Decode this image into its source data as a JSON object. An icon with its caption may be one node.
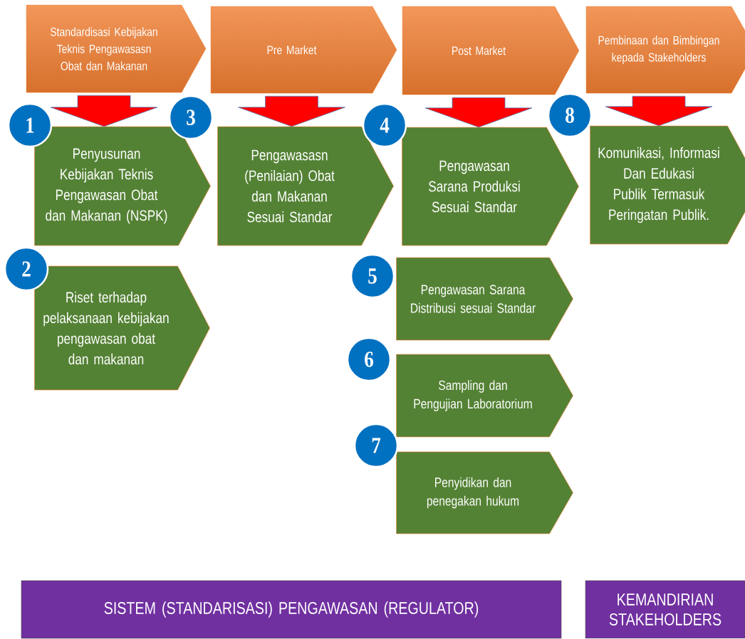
{
  "diagram": {
    "nodes": [
      {
        "text": [
          "Standardisasi Kebijakan Teknis Pengawasasn Obat dan Makanan"
        ]
      },
      {
        "text": [
          "Pre Market"
        ]
      },
      {
        "text": [
          "Post Market"
        ]
      },
      {
        "text": [
          "Pembinaan dan Bimbingan kepada Stakeholders"
        ]
      },
      {
        "text": [
          "1"
        ]
      },
      {
        "text": [
          "Penyusunan Kebijakan Teknis Pengawasan Obat dan Makanan (NSPK)"
        ]
      },
      {
        "text": [
          "3"
        ]
      },
      {
        "text": [
          "Pengawasasn (Penilaian) Obat dan Makanan Sesuai Standar"
        ]
      },
      {
        "text": [
          "4"
        ]
      },
      {
        "text": [
          "Pengawasan Sarana Produksi Sesuai Standar"
        ]
      },
      {
        "text": [
          "8"
        ]
      },
      {
        "text": [
          "Komunikasi, Informasi Dan Edukasi Publik Termasuk Peringatan Publik."
        ]
      },
      {
        "text": [
          "2"
        ]
      },
      {
        "text": [
          "Riset terhadap pelaksanaan kebijakan pengawasan obat dan makanan"
        ]
      },
      {
        "text": [
          "5"
        ]
      },
      {
        "text": [
          "Pengawasan Sarana Distribusi sesuai Standar"
        ]
      },
      {
        "text": [
          "6"
        ]
      },
      {
        "text": [
          "Sampling dan Pengujian Laboratorium"
        ]
      },
      {
        "text": [
          "7"
        ]
      },
      {
        "text": [
          "Penyidikan dan penegakan hukum"
        ]
      },
      {
        "text": [
          "SISTEM (STANDARISASI) PENGAWASAN (REGULATOR)"
        ]
      },
      {
        "text": [
          "KEMANDIRIAN STAKEHOLDERS"
        ]
      }
    ],
    "edges": [
      {
        "from": 0,
        "to": 5,
        "arrow": "to"
      },
      {
        "from": 1,
        "to": 7,
        "arrow": "to"
      },
      {
        "from": 2,
        "to": 9,
        "arrow": "to"
      },
      {
        "from": 3,
        "to": 11,
        "arrow": "to"
      }
    ]
  }
}
